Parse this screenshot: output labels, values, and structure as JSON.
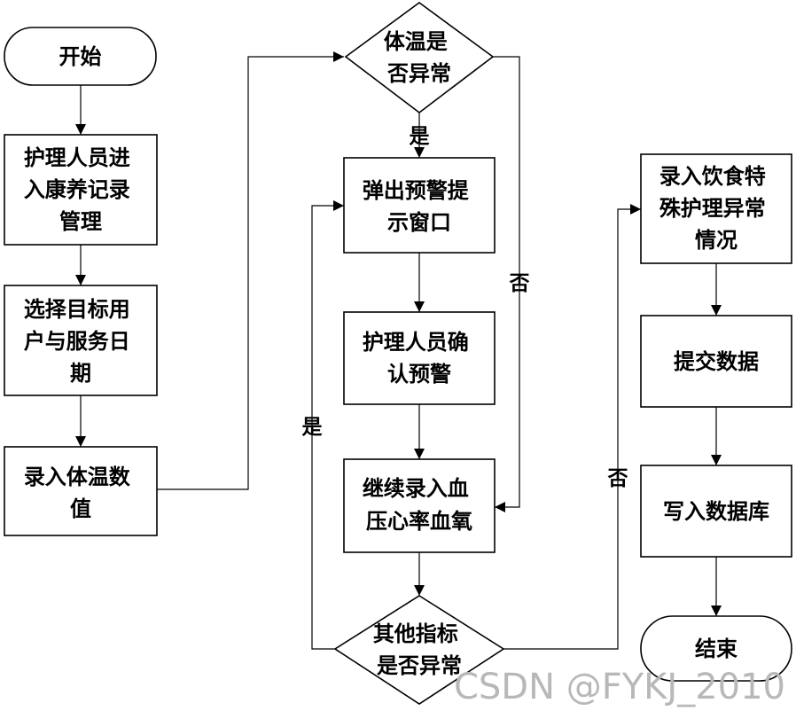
{
  "nodes": {
    "start": "开始",
    "enter_records": [
      "护理人员进",
      "入康养记录",
      "管理"
    ],
    "select_user": [
      "选择目标用",
      "户与服务日",
      "期"
    ],
    "record_temp": [
      "录入体温数",
      "值"
    ],
    "temp_check": [
      "体温是",
      "否异常"
    ],
    "warn_popup": [
      "弹出预警提",
      "示窗口"
    ],
    "confirm_warn": [
      "护理人员确",
      "认预警"
    ],
    "record_bp": [
      "继续录入血",
      "压心率血氧"
    ],
    "other_check": [
      "其他指标",
      "是否异常"
    ],
    "record_diet": [
      "录入饮食特",
      "殊护理异常",
      "情况"
    ],
    "submit": "提交数据",
    "write_db": "写入数据库",
    "end": "结束"
  },
  "edge_labels": {
    "temp_yes": "是",
    "temp_no": "否",
    "other_yes": "是",
    "other_no": "否"
  },
  "watermark": "CSDN @FYKJ_2010"
}
